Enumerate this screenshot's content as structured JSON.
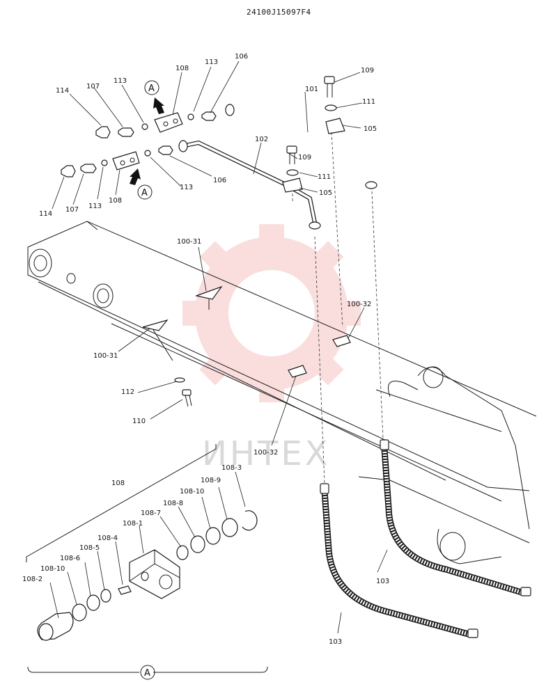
{
  "title": "24100J15097F4",
  "watermark": {
    "text": "ИНТЕХ",
    "color": "#f2b8b8"
  },
  "detail_marker": "A",
  "labels": {
    "l101": "101",
    "l102": "102",
    "l103a": "103",
    "l103b": "103",
    "l105a": "105",
    "l105b": "105",
    "l106a": "106",
    "l106b": "106",
    "l107a": "107",
    "l107b": "107",
    "l108a": "108",
    "l108b": "108",
    "l108c": "108",
    "l109a": "109",
    "l109b": "109",
    "l110": "110",
    "l111a": "111",
    "l111b": "111",
    "l112": "112",
    "l113a": "113",
    "l113b": "113",
    "l113c": "113",
    "l113d": "113",
    "l114a": "114",
    "l114b": "114",
    "l100_31a": "100-31",
    "l100_31b": "100-31",
    "l100_32a": "100-32",
    "l100_32b": "100-32",
    "l108_1": "108-1",
    "l108_2": "108-2",
    "l108_3": "108-3",
    "l108_4": "108-4",
    "l108_5": "108-5",
    "l108_6": "108-6",
    "l108_7": "108-7",
    "l108_8": "108-8",
    "l108_9": "108-9",
    "l108_10a": "108-10",
    "l108_10b": "108-10"
  }
}
